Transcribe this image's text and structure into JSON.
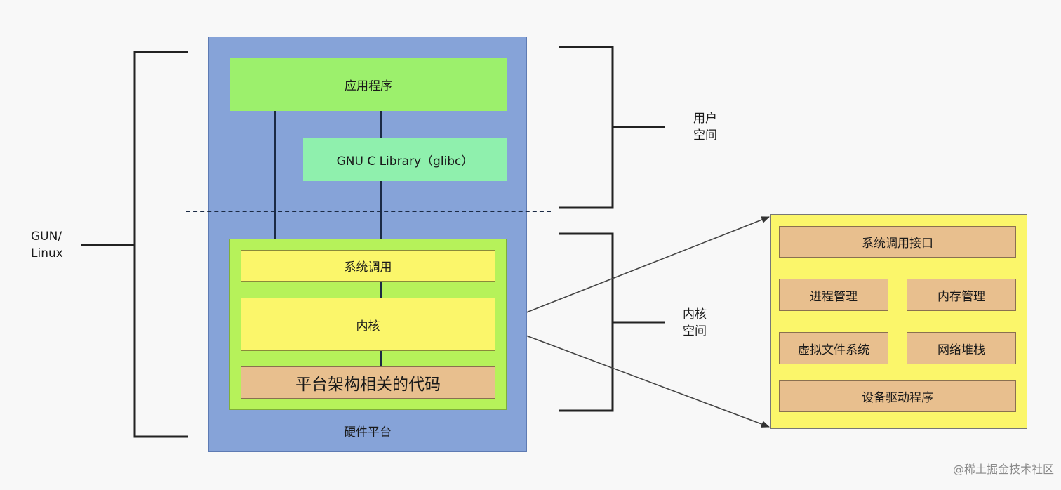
{
  "left_label": {
    "line1": "GUN/",
    "line2": "Linux"
  },
  "stack": {
    "hardware": "硬件平台",
    "app": "应用程序",
    "glibc": "GNU C Library（glibc）",
    "syscall": "系统调用",
    "kernel": "内核",
    "arch_code": "平台架构相关的代码"
  },
  "right_labels": {
    "user_space": {
      "line1": "用户",
      "line2": "空间"
    },
    "kernel_space": {
      "line1": "内核",
      "line2": "空间"
    }
  },
  "kernel_detail": {
    "syscall_interface": "系统调用接口",
    "process_mgmt": "进程管理",
    "memory_mgmt": "内存管理",
    "vfs": "虚拟文件系统",
    "net_stack": "网络堆栈",
    "device_drivers": "设备驱动程序"
  },
  "watermark": "@稀土掘金技术社区",
  "colors": {
    "hardware_blue": "#86a3d8",
    "app_green": "#9cf06c",
    "glibc_green": "#8ff0ad",
    "kernel_green": "#b6f25a",
    "yellow": "#fbf66a",
    "tan": "#e8bf8e"
  }
}
